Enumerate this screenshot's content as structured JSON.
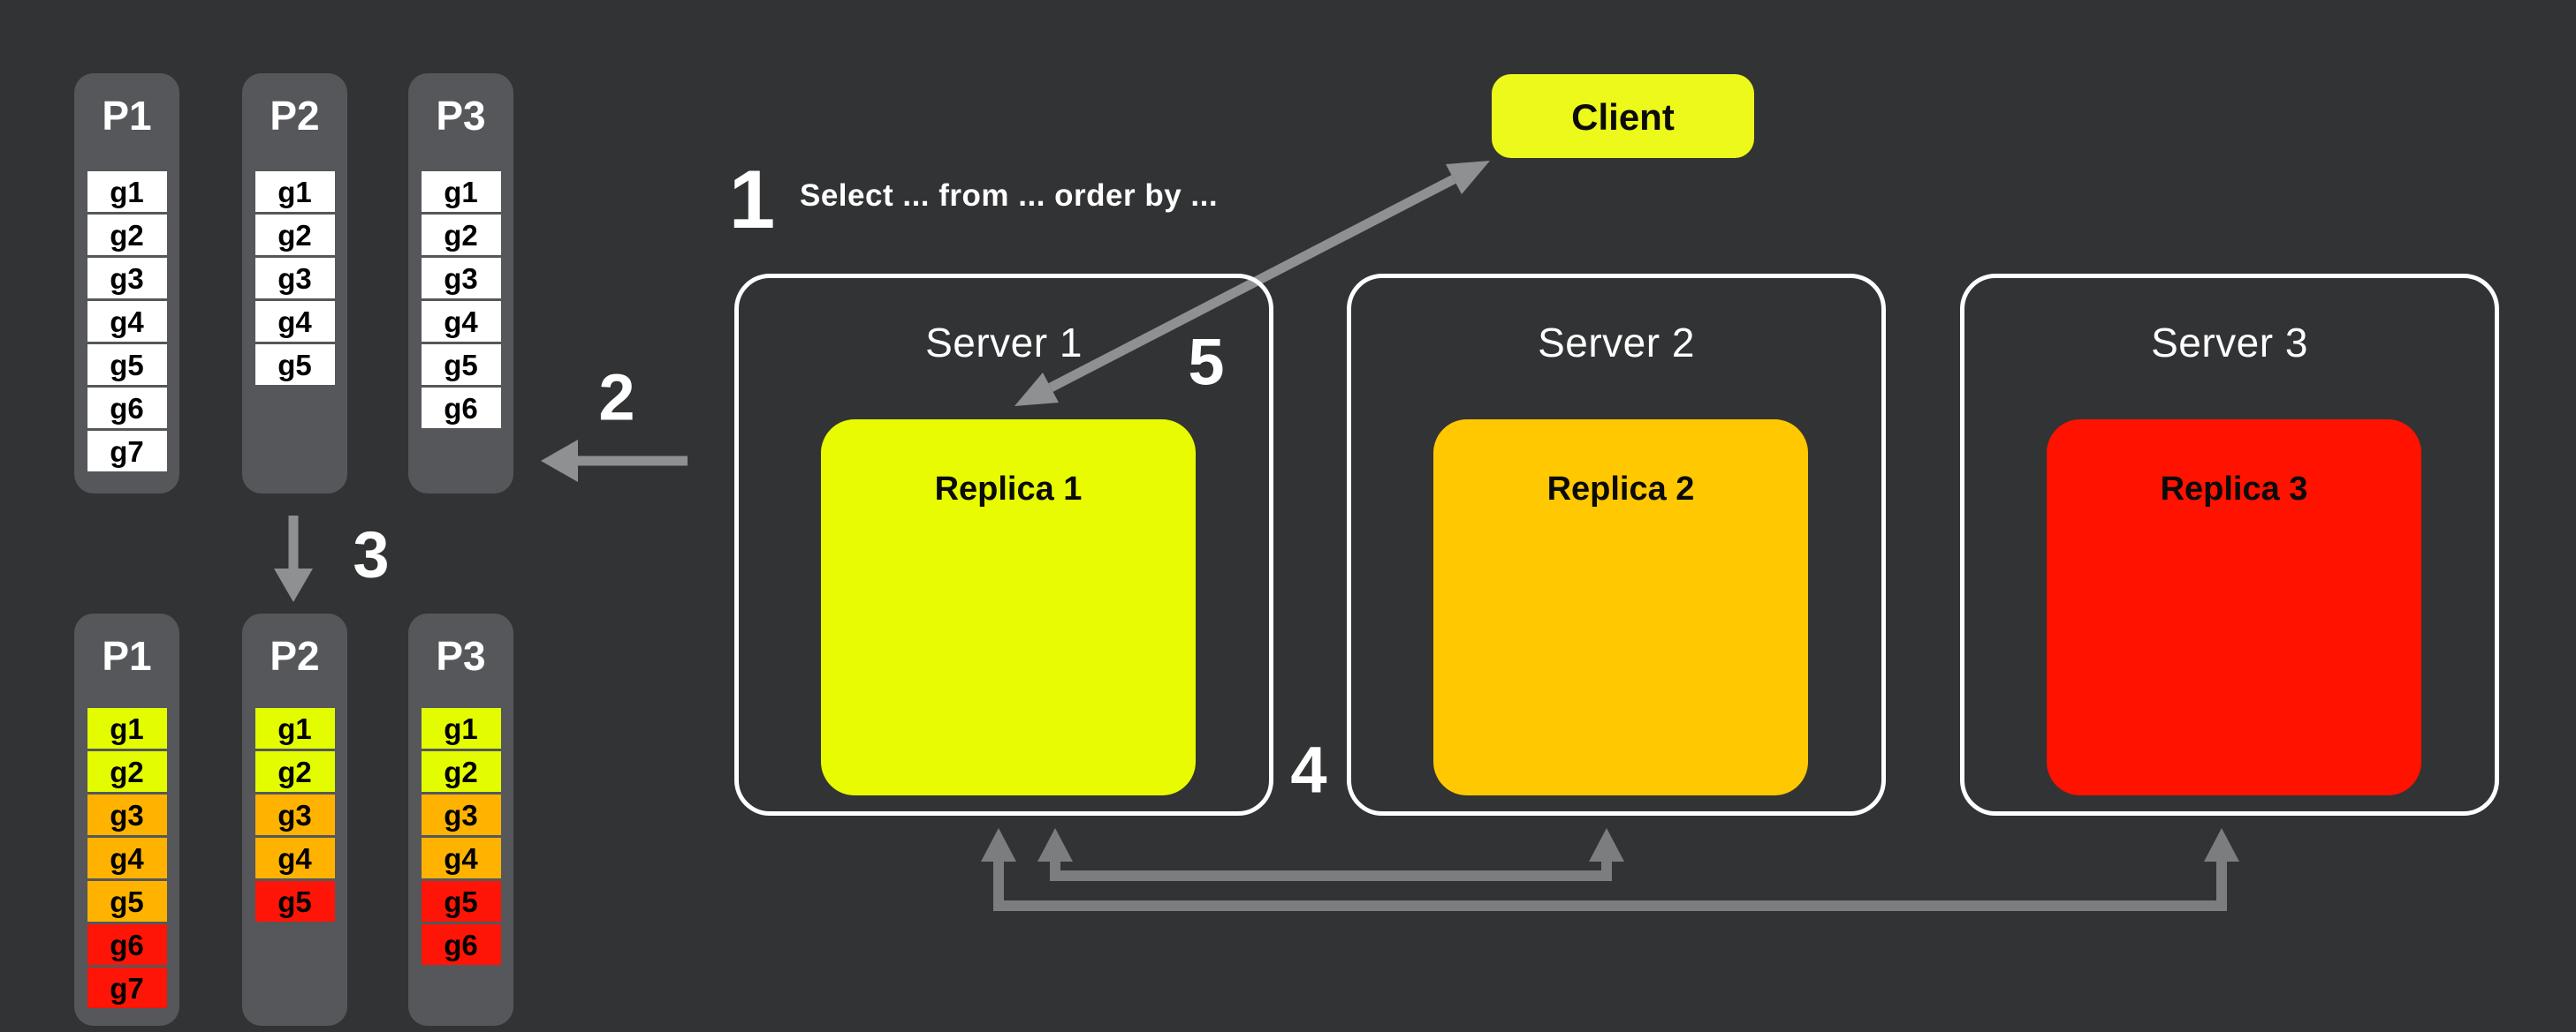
{
  "colors": {
    "background": "#323334",
    "panel": "#55575A",
    "arrow": "#8E9092",
    "arrow_dark": "#7B7D7F",
    "white": "#FFFFFF"
  },
  "steps": [
    {
      "n": "1",
      "text": "Select ... from ... order by ..."
    },
    {
      "n": "2"
    },
    {
      "n": "3"
    },
    {
      "n": "4"
    },
    {
      "n": "5"
    }
  ],
  "client": {
    "label": "Client",
    "color": "#EDF81B"
  },
  "servers": [
    {
      "label": "Server 1",
      "replica": {
        "label": "Replica 1",
        "color": "#E9FB00"
      }
    },
    {
      "label": "Server 2",
      "replica": {
        "label": "Replica 2",
        "color": "#FFC800"
      }
    },
    {
      "label": "Server 3",
      "replica": {
        "label": "Replica 3",
        "color": "#FF1200"
      }
    }
  ],
  "partitions_top": [
    {
      "label": "P1",
      "cells": [
        "g1",
        "g2",
        "g3",
        "g4",
        "g5",
        "g6",
        "g7"
      ]
    },
    {
      "label": "P2",
      "cells": [
        "g1",
        "g2",
        "g3",
        "g4",
        "g5"
      ]
    },
    {
      "label": "P3",
      "cells": [
        "g1",
        "g2",
        "g3",
        "g4",
        "g5",
        "g6"
      ]
    }
  ],
  "partitions_bottom": [
    {
      "label": "P1",
      "cells": [
        {
          "label": "g1",
          "color": "#E3FD00"
        },
        {
          "label": "g2",
          "color": "#E3FD00"
        },
        {
          "label": "g3",
          "color": "#FFB300"
        },
        {
          "label": "g4",
          "color": "#FFB300"
        },
        {
          "label": "g5",
          "color": "#FFB300"
        },
        {
          "label": "g6",
          "color": "#FF1507"
        },
        {
          "label": "g7",
          "color": "#FF1507"
        }
      ]
    },
    {
      "label": "P2",
      "cells": [
        {
          "label": "g1",
          "color": "#E3FD00"
        },
        {
          "label": "g2",
          "color": "#E3FD00"
        },
        {
          "label": "g3",
          "color": "#FFB300"
        },
        {
          "label": "g4",
          "color": "#FFB300"
        },
        {
          "label": "g5",
          "color": "#FF1507"
        }
      ]
    },
    {
      "label": "P3",
      "cells": [
        {
          "label": "g1",
          "color": "#E3FD00"
        },
        {
          "label": "g2",
          "color": "#E3FD00"
        },
        {
          "label": "g3",
          "color": "#FFB300"
        },
        {
          "label": "g4",
          "color": "#FFB300"
        },
        {
          "label": "g5",
          "color": "#FF1507"
        },
        {
          "label": "g6",
          "color": "#FF1507"
        }
      ]
    }
  ]
}
